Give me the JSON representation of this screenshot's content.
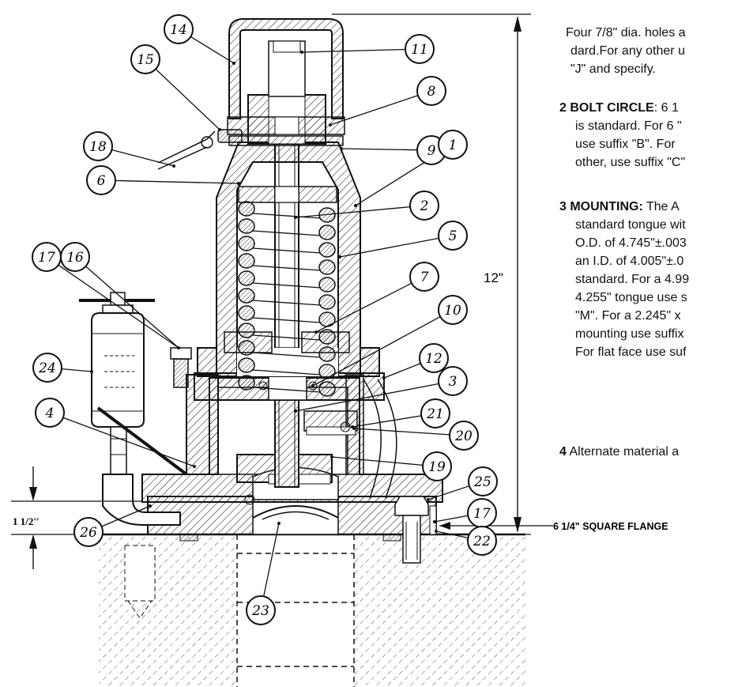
{
  "callouts": [
    "14",
    "15",
    "11",
    "8",
    "9",
    "18",
    "6",
    "1",
    "2",
    "5",
    "17",
    "16",
    "7",
    "10",
    "24",
    "12",
    "3",
    "4",
    "21",
    "20",
    "19",
    "25",
    "17",
    "26",
    "22",
    "23"
  ],
  "dimensions": {
    "height": "12\"",
    "flange_thickness": "1 1/2''",
    "flange_label": "6 1/4\" SQUARE FLANGE"
  },
  "notes": {
    "note1": [
      "Four 7/8\" dia. holes a",
      "dard.For any other u",
      "\"J\" and specify."
    ],
    "note2": {
      "heading": "2 BOLT CIRCLE",
      "lines": [
        ": 6  1",
        "is standard. For 6  \"",
        "use suffix \"B\".  For",
        "other, use suffix \"C\""
      ]
    },
    "note3": {
      "heading": "3 MOUNTING:",
      "lines": [
        " The A",
        "standard tongue wit",
        "O.D. of 4.745\"±.003",
        " an I.D. of 4.005\"±.0",
        "standard. For a 4.99",
        "4.255\" tongue use s",
        "\"M\". For a 2.245\" x",
        "mounting use suffix",
        "For flat face use suf"
      ]
    },
    "note4": {
      "number": "4",
      "text": " Alternate material a"
    }
  }
}
